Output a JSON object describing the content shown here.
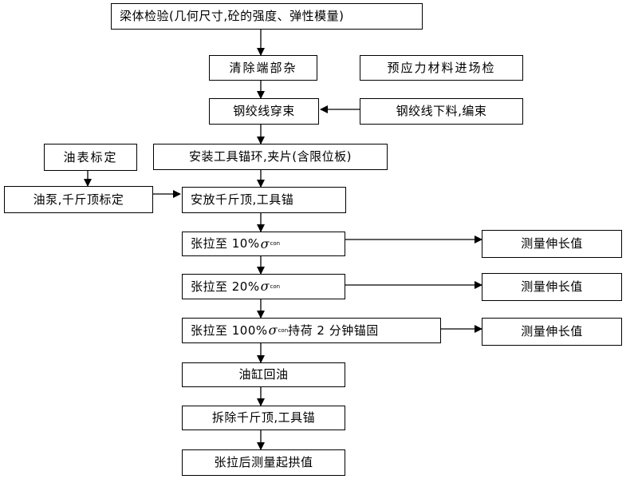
{
  "diagram": {
    "nodes": {
      "beam_inspection": "梁体检验(几何尺寸,砼的强度、弹性模量)",
      "clean_ends": "清除端部杂",
      "prestress_material_inspection": "预应力材料进场检",
      "strand_threading": "钢绞线穿束",
      "strand_cutting": "钢绞线下料,编束",
      "gauge_calibration": "油表标定",
      "install_anchor": "安装工具锚环,夹片(含限位板)",
      "pump_jack_calibration": "油泵,千斤顶标定",
      "place_jack": "安放千斤顶,工具锚",
      "tension_10": {
        "prefix": "张拉至 10%",
        "sigma": "σ",
        "subscript": "con",
        "suffix": ""
      },
      "tension_20": {
        "prefix": "张拉至 20%",
        "sigma": "σ",
        "subscript": "con",
        "suffix": ""
      },
      "tension_100": {
        "prefix": "张拉至 100%",
        "sigma": "σ",
        "subscript": "con",
        "suffix": " 持荷 2 分钟锚固"
      },
      "measure_1": "测量伸长值",
      "measure_2": "测量伸长值",
      "measure_3": "测量伸长值",
      "cylinder_return": "油缸回油",
      "remove_jack": "拆除千斤顶,工具锚",
      "measure_camber": "张拉后测量起拱值"
    },
    "colors": {
      "stroke": "#000000",
      "fill": "#ffffff",
      "text": "#000000"
    }
  }
}
